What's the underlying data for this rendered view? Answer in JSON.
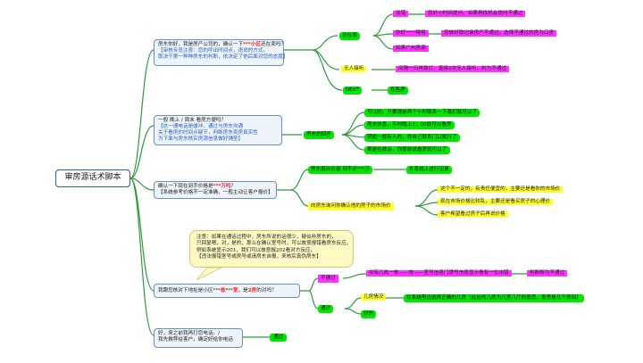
{
  "root": {
    "label": "审房源话术脚本"
  },
  "section1": {
    "main": {
      "pre": "房东你好，我是房产公司的，确认一下",
      "highlight": "***小区",
      "post": "还在卖吗？"
    },
    "hints": [
      "【审核专员注意：您的呼出时间点，语说的方式。",
      "取决于第一种种房东的判断，依决定了他后面对您的态度】"
    ],
    "branch_sell": "还在卖",
    "sell_items": [
      "没错",
      "你好一一哦哦",
      "如果广州房源"
    ],
    "sell_details": [
      "您好小时间提问，如果再找机会提问不通过",
      "您做好销记录房产不通过，选择不通过的房为口房"
    ],
    "branch_noanswer": "无人接听",
    "noanswer_detail": "间隔一日再拨打，直接2次无人接听，判为不通过",
    "branch_next": "NEXT",
    "next_detail": "在售房"
  },
  "section2": {
    "lines": [
      "一般 晚上 / 周末 看房方便吗？",
      "【这一通电话是缓冲，通过与房东沟通",
      "关于看房的时间点疑节，判断房东卖房真实性",
      "为下面与房东核实房源信息做好铺垫】"
    ],
    "branch": "房东的回答",
    "answers": [
      "可以的，只要提前两个小时联系一下我们就可以了",
      "周末休息，平时晚上7：00前可以看房",
      "钥匙一般有人的，你自己联系门口就行了",
      "都是在做会，你提前说看房就可以了"
    ]
  },
  "section3": {
    "main": {
      "pre": "确认一下现在到手价格是",
      "highlight": "***万吗",
      "post": "？"
    },
    "hint": "【系统参考价格不一定准确，一般主动让客户报价】",
    "branch_price": "房东报出价格 到手价***万",
    "price_detail": "在系统上进行记录",
    "branch_ask": "向房东询问你确认他的房子的市场价",
    "ask_items": [
      "这个不一定的，有责任便宜的，主要还是看你的市场价",
      "现在市场价格比较乱，主要还是看买房子的心理价",
      "客户希望看过房子后再说价格"
    ]
  },
  "section4": {
    "note": [
      "注意：如果在通话过程中，房东所说的话很少，疑似非房东的，",
      "只回复嗯，对，是的，那么在确认室号时，可以故意报错看房东反应。",
      "例如系统显示201，我们可以故意报202看对方反应。",
      "【违法报错室号或房号或请房东自报，来核实真伪房东】"
    ],
    "main": {
      "pre": "我跟您核对下地址是小区***",
      "s1": "栋",
      "mid": "***",
      "s2": "室",
      "post": "，是",
      "s3": "2房",
      "end": "的对吗？"
    },
    "branch_wrong": "不通过",
    "wrong_detail": "如有几栋一栋——栋——室号信息门牌号信息显示看有一位出错",
    "wrong_result": "判断断为不通过",
    "branch_pass": "通过",
    "pass_items": [
      "几房情况",
      "好的"
    ],
    "pass_detail": "在系统里边选择正确的几房（此处的几房为几室几厅的意思，意思是几个房间）"
  },
  "section5": {
    "lines": [
      "好，来之前我再打您电话。/",
      "我先推荐给客户，确定好给你电话"
    ],
    "branch": "通过"
  }
}
